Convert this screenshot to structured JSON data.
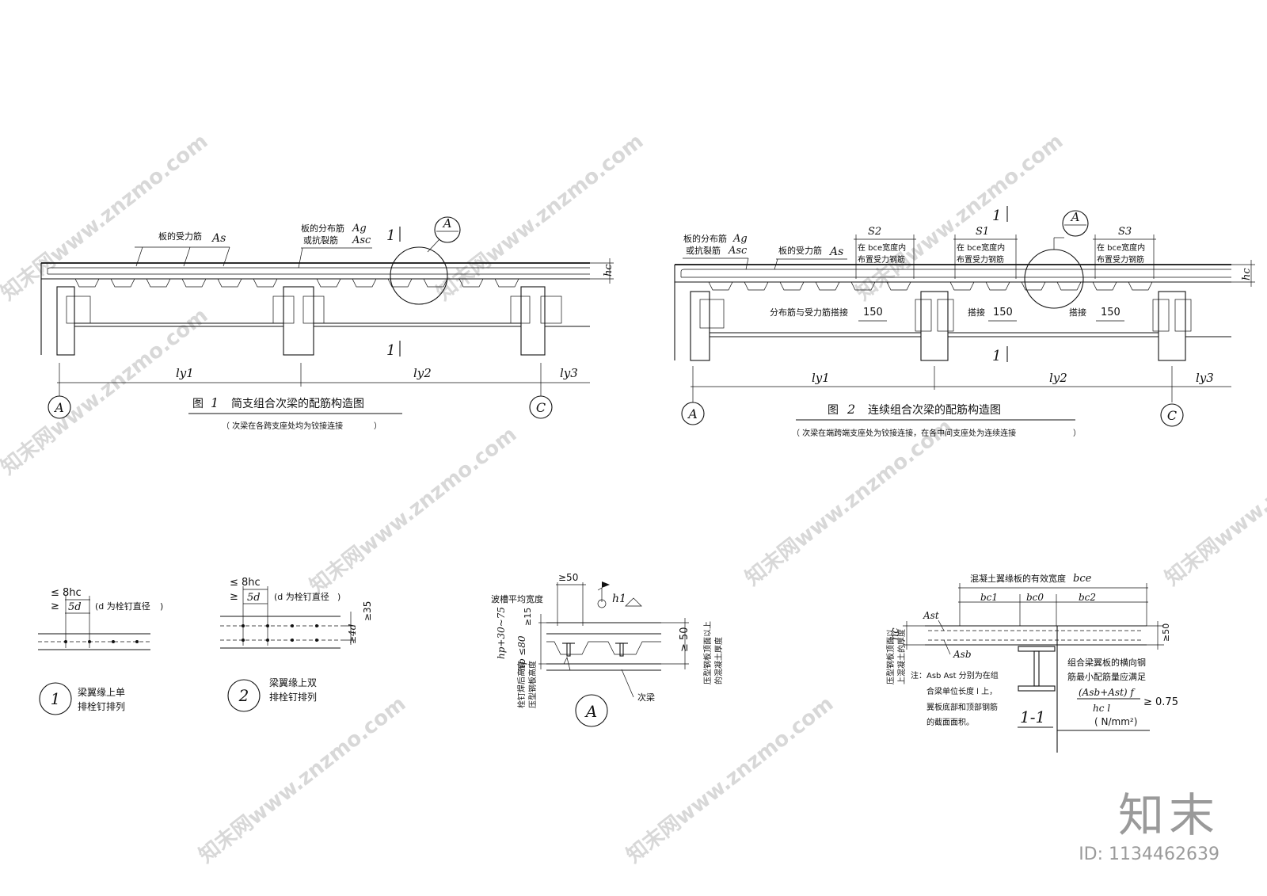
{
  "watermark_text": "知末网www.znzmo.com",
  "brand": {
    "logo": "知末",
    "id": "ID: 1134462639"
  },
  "fig1": {
    "prefix": "图",
    "number": "1",
    "title": "简支组合次梁的配筋构造图",
    "subtitle": "（ 次梁在各跨支座处均为铰接连接",
    "subtitle_close": "）",
    "labels": {
      "slab_bar": "板的受力筋",
      "slab_bar_sym": "As",
      "dist_bar_1": "板的分布筋",
      "dist_bar_2": "或抗裂筋",
      "ag": "Ag",
      "asc": "Asc",
      "sec_mark": "1",
      "detail_A": "A",
      "hc": "hc",
      "axis_A": "A",
      "axis_C": "C",
      "span": [
        "ly1",
        "ly2",
        "ly3"
      ]
    }
  },
  "fig2": {
    "prefix": "图",
    "number": "2",
    "title": "连续组合次梁的配筋构造图",
    "subtitle": "（ 次梁在端跨端支座处为铰接连接，在各中间支座处为连续连接",
    "subtitle_close": "）",
    "labels": {
      "dist_bar_1": "板的分布筋",
      "dist_bar_2": "或抗裂筋",
      "ag": "Ag",
      "asc": "Asc",
      "slab_bar": "板的受力筋",
      "slab_bar_sym": "As",
      "s2": "S2",
      "s1": "S1",
      "s3": "S3",
      "bce_1": "在 bce宽度内",
      "bce_2": "布置受力钢筋",
      "lap_text": "分布筋与受力筋搭接",
      "lap": "搭接",
      "dim150": "150",
      "sec_mark": "1",
      "detail_A": "A",
      "hc": "hc",
      "axis_A": "A",
      "axis_C": "C",
      "span": [
        "ly1",
        "ly2",
        "ly3"
      ]
    }
  },
  "detail1": {
    "le8hc": "≤ 8hc",
    "ge5d": "≥",
    "d5": "5d",
    "note": "(d 为栓钉直径",
    "note_close": ")",
    "mark": "1",
    "cap1": "梁翼缘上单",
    "cap2": "排栓钉排列"
  },
  "detail2": {
    "le8hc": "≤ 8hc",
    "ge5d": "≥",
    "d5": "5d",
    "note": "(d 为栓钉直径",
    "note_close": ")",
    "dim4d": "≥4d",
    "dim35": "≥35",
    "mark": "2",
    "cap1": "梁翼缘上双",
    "cap2": "排栓钉排列"
  },
  "detailA": {
    "trough": "波槽平均宽度",
    "ge50": "≥50",
    "h1": "h1",
    "ge15": "≥15",
    "hp30": "hp+30~75",
    "hp80": "hp ≤80",
    "dim50": "≥ 50",
    "sub_beam": "次梁",
    "v1": "栓钉焊后高度",
    "v2": "压型钢板高度",
    "v3": "压型钢板顶面以上",
    "v4": "的混凝土厚度",
    "mark": "A"
  },
  "section11": {
    "title": "混凝土翼缘板的有效宽度",
    "bce": "bce",
    "bc1": "bc1",
    "bc0": "bc0",
    "bc2": "bc2",
    "ast": "Ast",
    "asb": "Asb",
    "hc": "hc",
    "dim50": "≥50",
    "side1": "压型钢板顶面以",
    "side2": "上混凝土的厚度",
    "note": [
      "注：Asb Ast 分别为在组",
      "合梁单位长度    l 上，",
      "翼板底部和顶部钢筋",
      "的截面面积。"
    ],
    "req": [
      "组合梁翼板的横向钢",
      "筋最小配筋量应满足"
    ],
    "formula_num": "(Asb+Ast) f",
    "formula_den": "hc l",
    "formula_rhs": "≥ 0.75",
    "unit": "( N/mm²)",
    "mark": "1-1"
  }
}
